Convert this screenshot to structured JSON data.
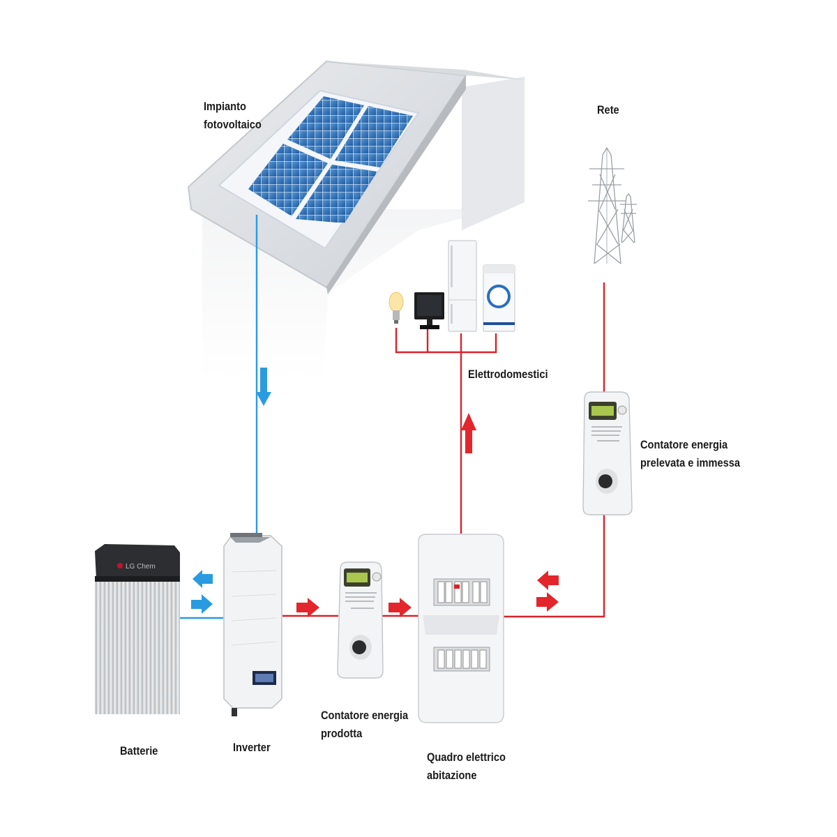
{
  "labels": {
    "pv_plant": [
      "Impianto",
      "fotovoltaico"
    ],
    "grid": "Rete",
    "appliances": "Elettrodomestici",
    "bidirectional_meter": [
      "Contatore energia",
      "prelevata e immessa"
    ],
    "batteries": "Batterie",
    "inverter": "Inverter",
    "production_meter": [
      "Contatore energia",
      "prodotta"
    ],
    "switchboard": [
      "Quadro elettrico",
      "abitazione"
    ]
  },
  "battery_brand": "LG Chem",
  "colors": {
    "dc_line": "#2a9be0",
    "ac_line": "#d8232a",
    "arrow_blue": "#2a9be0",
    "arrow_red": "#e3262c",
    "panel_cell": "#2f6fb8",
    "house_wall": "#eceef0"
  },
  "flows": [
    {
      "from": "pv_plant",
      "to": "inverter",
      "kind": "dc"
    },
    {
      "from": "inverter",
      "to": "batteries",
      "kind": "dc",
      "bidirectional": true
    },
    {
      "from": "inverter",
      "to": "production_meter",
      "kind": "ac"
    },
    {
      "from": "production_meter",
      "to": "switchboard",
      "kind": "ac"
    },
    {
      "from": "switchboard",
      "to": "appliances",
      "kind": "ac"
    },
    {
      "from": "bidirectional_meter",
      "to": "switchboard",
      "kind": "ac",
      "bidirectional": true
    },
    {
      "from": "grid",
      "to": "bidirectional_meter",
      "kind": "ac"
    }
  ]
}
